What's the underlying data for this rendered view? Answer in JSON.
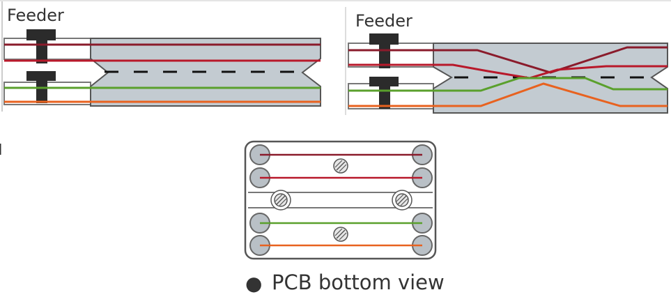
{
  "labels": {
    "feeder_left": "Feeder",
    "feeder_right": "Feeder",
    "caption": "PCB bottom view",
    "caption_bullet": "●"
  },
  "colors": {
    "board_fill": "#c3cbd1",
    "board_stroke": "#555555",
    "feeder_block": "#2b2b2b",
    "wire_dark_red": "#8a1b2b",
    "wire_red": "#b8182a",
    "wire_green": "#5aa02c",
    "wire_orange": "#e8621f",
    "pad_fill": "#b9c0c6",
    "screw_fill": "#e6e6e6"
  },
  "panels": [
    {
      "name": "straight-track",
      "wires": [
        "dark_red",
        "red",
        "green",
        "orange"
      ],
      "crossing": false
    },
    {
      "name": "crossover-track",
      "wires": [
        "dark_red",
        "red",
        "green",
        "orange"
      ],
      "crossing": true
    }
  ],
  "pcb": {
    "traces": [
      "dark_red",
      "red",
      "green",
      "orange"
    ],
    "screws": 4
  }
}
